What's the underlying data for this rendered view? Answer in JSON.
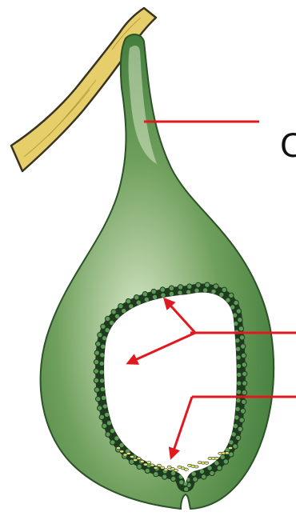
{
  "diagram": {
    "visible_label_fragment": "C",
    "colors": {
      "background": "#ffffff",
      "stem_fill": "#e6cf6a",
      "stem_outline": "#3a3320",
      "body_dark": "#3f7a3a",
      "body_mid": "#6f9f5c",
      "body_light": "#d9e8c9",
      "cavity_fill": "#ffffff",
      "wall_cells": "#1f3a1f",
      "wall_cell_fill": "#5d9b57",
      "spore_fill": "#e8e07a",
      "pointer": "#e0191f"
    },
    "pointers": [
      {
        "target": "stalk",
        "arrowheads": 0
      },
      {
        "target": "cavity",
        "arrowheads": 2
      },
      {
        "target": "wall-base",
        "arrowheads": 1
      }
    ]
  }
}
